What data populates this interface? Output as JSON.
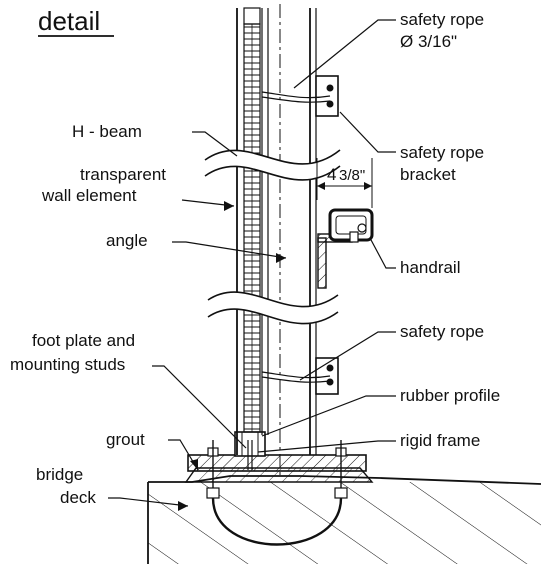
{
  "title": "detail",
  "colors": {
    "ink": "#111111",
    "paper": "#ffffff"
  },
  "labels": {
    "safety_rope_top_1": "safety rope",
    "safety_rope_top_2": "Ø 3/16\"",
    "h_beam": "H - beam",
    "transparent_1": "transparent",
    "transparent_2": "wall element",
    "bracket_1": "safety rope",
    "bracket_2": "bracket",
    "dim_major": "4",
    "dim_minor": "3/8\"",
    "angle": "angle",
    "handrail": "handrail",
    "foot_1": "foot plate and",
    "foot_2": "mounting studs",
    "safety_rope_low": "safety rope",
    "rubber": "rubber profile",
    "grout": "grout",
    "rigid": "rigid frame",
    "deck_1": "bridge",
    "deck_2": "deck"
  }
}
